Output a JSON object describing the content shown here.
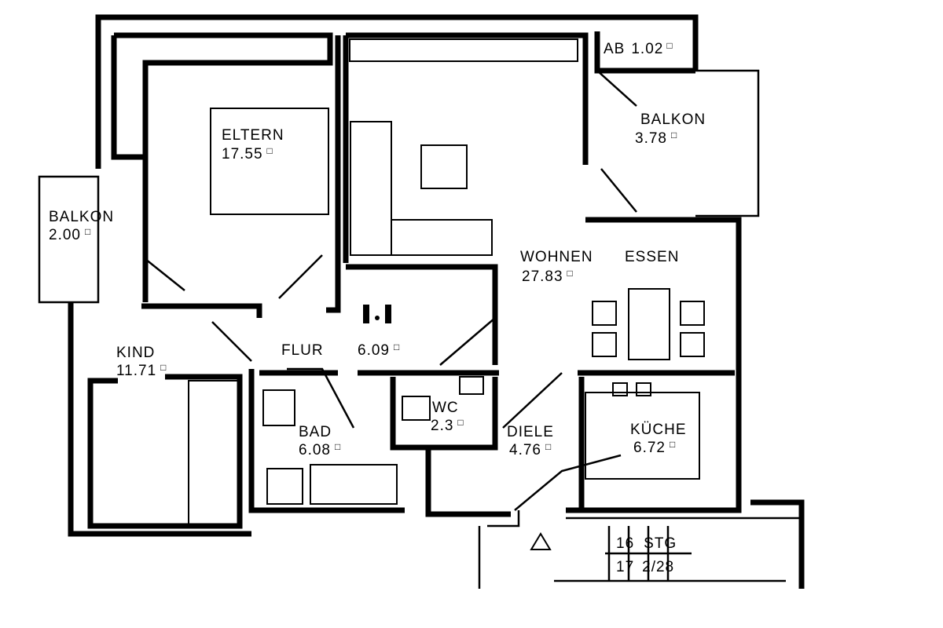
{
  "unit_symbol": "□",
  "rooms": {
    "eltern": {
      "name": "ELTERN",
      "area": "17.55"
    },
    "balkon_left": {
      "name": "BALKON",
      "area": "2.00"
    },
    "kind": {
      "name": "KIND",
      "area": "11.71"
    },
    "flur": {
      "name": "FLUR",
      "area": "6.09"
    },
    "bad": {
      "name": "BAD",
      "area": "6.08"
    },
    "wc": {
      "name": "WC",
      "area": "2.3"
    },
    "diele": {
      "name": "DIELE",
      "area": "4.76"
    },
    "kueche": {
      "name": "KÜCHE",
      "area": "6.72"
    },
    "wohnen": {
      "name": "WOHNEN",
      "name2": "ESSEN",
      "area": "27.83"
    },
    "balkon_right": {
      "name": "BALKON",
      "area": "3.78"
    },
    "ab": {
      "name": "AB",
      "area": "1.02"
    }
  },
  "stairs": {
    "top_num": "16",
    "label": "STG",
    "bottom_num": "17",
    "ratio": "2/28"
  }
}
